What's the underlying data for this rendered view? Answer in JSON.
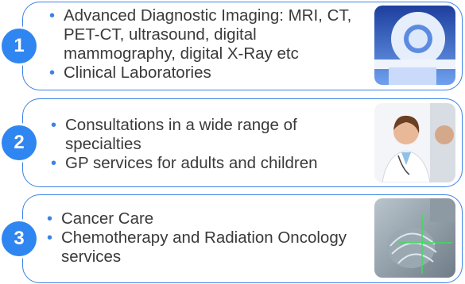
{
  "items": [
    {
      "number": "1",
      "bullets": [
        "Advanced Diagnostic Imaging: MRI, CT, PET-CT, ultrasound, digital mammography, digital X-Ray etc",
        "Clinical Laboratories"
      ],
      "image": "mri-scanner-photo"
    },
    {
      "number": "2",
      "bullets": [
        "Consultations in a wide range of specialties",
        "GP services for adults and children"
      ],
      "image": "doctor-with-patient-photo"
    },
    {
      "number": "3",
      "bullets": [
        "Cancer Care",
        "Chemotherapy and Radiation Oncology services"
      ],
      "image": "radiation-therapy-photo"
    }
  ],
  "colors": {
    "accent": "#2f86f0",
    "border": "#3b82e6",
    "text": "#3a3a3a"
  }
}
